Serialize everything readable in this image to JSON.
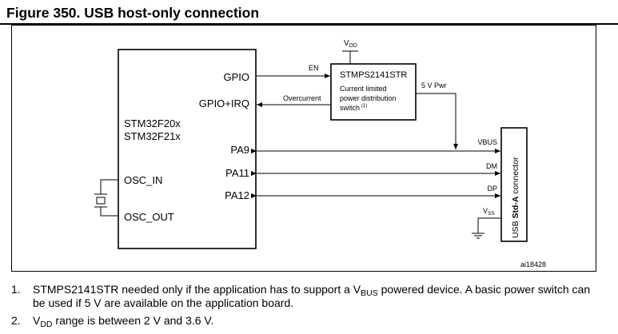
{
  "figure": {
    "title": "Figure 350. USB host-only connection",
    "mcu": {
      "name_line1": "STM32F20x",
      "name_line2": "STM32F21x",
      "pins": {
        "gpio": "GPIO",
        "gpio_irq": "GPIO+IRQ",
        "pa9": "PA9",
        "pa11": "PA11",
        "pa12": "PA12",
        "osc_in": "OSC_IN",
        "osc_out": "OSC_OUT"
      }
    },
    "switch_ic": {
      "name": "STMPS2141STR",
      "desc_line1": "Current limited",
      "desc_line2": "power distribution",
      "desc_line3": "switch",
      "footnote_ref": "(1)",
      "supply_main": "V",
      "supply_sub": "DD"
    },
    "signals": {
      "en": "EN",
      "overcurrent": "Overcurrent",
      "pwr_5v": "5 V Pwr"
    },
    "connector": {
      "label_prefix": "USB ",
      "label_bold": "Std-A",
      "label_suffix": " connector",
      "pins": {
        "vbus": "VBUS",
        "dm": "DM",
        "dp": "DP",
        "vss_main": "V",
        "vss_sub": "SS"
      }
    },
    "ref_code": "ai18428"
  },
  "notes": [
    {
      "number": "1.",
      "text_part1": "STMPS2141STR needed only if the application has to support a V",
      "text_sub": "BUS",
      "text_part2": " powered device. A basic power switch can be used if 5 V are available on the application board."
    },
    {
      "number": "2.",
      "text_part1": "V",
      "text_sub": "DD",
      "text_part2": " range is between 2 V and 3.6 V."
    }
  ]
}
